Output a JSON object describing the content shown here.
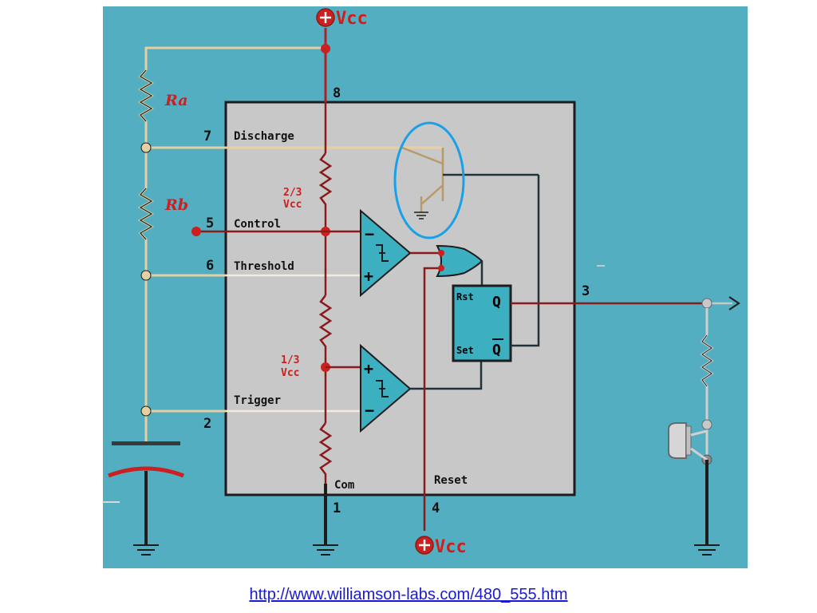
{
  "colors": {
    "panel": "#52aec0",
    "chip": "#c8c8c8",
    "wire_tan": "#e6cfa0",
    "wire_red": "#8b1a1a",
    "wire_dark": "#20323a",
    "accent_red": "#cc1f1f",
    "comparator": "#3cb0c0",
    "highlight_ellipse": "#1aa0e8"
  },
  "diagram": {
    "supply_top": "Vcc",
    "supply_bottom": "Vcc",
    "resistor_a": "Ra",
    "resistor_b": "Rb",
    "pins": {
      "p8": "8",
      "p7": "7",
      "p5": "5",
      "p6": "6",
      "p2": "2",
      "p1": "1",
      "p4": "4",
      "p3": "3"
    },
    "pin_labels": {
      "discharge": "Discharge",
      "control": "Control",
      "threshold": "Threshold",
      "trigger": "Trigger",
      "com": "Com",
      "reset": "Reset"
    },
    "divider": {
      "upper_fraction": "2/3",
      "upper_unit": "Vcc",
      "lower_fraction": "1/3",
      "lower_unit": "Vcc"
    },
    "flipflop": {
      "rst": "Rst",
      "set": "Set",
      "q": "Q",
      "qbar": "Q"
    },
    "comparator_upper": {
      "minus": "−",
      "plus": "+"
    },
    "comparator_lower": {
      "plus": "+",
      "minus": "−"
    }
  },
  "source": {
    "url": "http://www.williamson-labs.com/480_555.htm"
  }
}
